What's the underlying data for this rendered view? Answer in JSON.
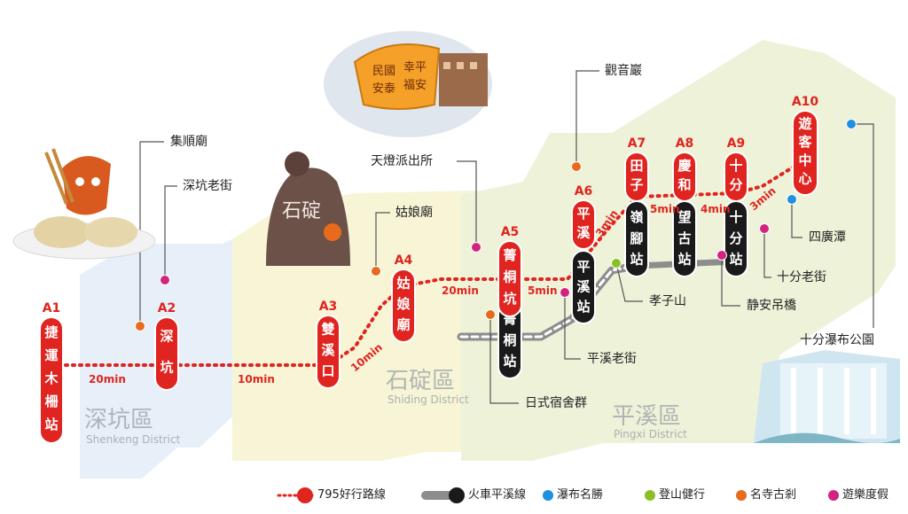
{
  "colors": {
    "route_red": "#e0241f",
    "train_black": "#1a1a1a",
    "shenkeng_fill": "#e7eff8",
    "shiding_fill": "#f7f5d6",
    "pingxi_fill": "#eef2d9",
    "waterfall_dot": "#1f8fe0",
    "hiking_dot": "#8cbf26",
    "temple_dot": "#e86a1c",
    "leisure_dot": "#d2237f"
  },
  "districts": [
    {
      "name": "深坑區",
      "en": "Shenkeng District"
    },
    {
      "name": "石碇區",
      "en": "Shiding District"
    },
    {
      "name": "平溪區",
      "en": "Pingxi District"
    }
  ],
  "stops": [
    {
      "code": "A1",
      "name": "捷運木柵站"
    },
    {
      "code": "A2",
      "name": "深坑"
    },
    {
      "code": "A3",
      "name": "雙溪口"
    },
    {
      "code": "A4",
      "name": "姑娘廟"
    },
    {
      "code": "A5",
      "name": "菁桐坑",
      "train": "菁桐站"
    },
    {
      "code": "A6",
      "name": "平溪",
      "train": "平溪站"
    },
    {
      "code": "A7",
      "name": "田子",
      "train": "嶺腳站"
    },
    {
      "code": "A8",
      "name": "慶和",
      "train": "望古站"
    },
    {
      "code": "A9",
      "name": "十分",
      "train": "十分站"
    },
    {
      "code": "A10",
      "name": "遊客中心"
    }
  ],
  "times": [
    "20min",
    "10min",
    "10min",
    "20min",
    "5min",
    "3min",
    "5min",
    "4min",
    "3min"
  ],
  "pois": [
    {
      "label": "集順廟",
      "type": "temple"
    },
    {
      "label": "深坑老街",
      "type": "leisure"
    },
    {
      "label": "姑娘廟",
      "type": "temple"
    },
    {
      "label": "天燈派出所",
      "type": "leisure"
    },
    {
      "label": "觀音巖",
      "type": "temple"
    },
    {
      "label": "日式宿舍群",
      "type": "temple"
    },
    {
      "label": "平溪老街",
      "type": "leisure"
    },
    {
      "label": "孝子山",
      "type": "hiking"
    },
    {
      "label": "静安吊橋",
      "type": "leisure"
    },
    {
      "label": "十分老街",
      "type": "leisure"
    },
    {
      "label": "四廣潭",
      "type": "waterfall"
    },
    {
      "label": "十分瀑布公園",
      "type": "waterfall"
    }
  ],
  "images": {
    "lantern_texts": [
      "民國",
      "安泰",
      "幸平",
      "福安"
    ],
    "rock_text": "石碇"
  },
  "legend": [
    {
      "label": "795好行路線",
      "kind": "route"
    },
    {
      "label": "火車平溪線",
      "kind": "train"
    },
    {
      "label": "瀑布名勝",
      "kind": "waterfall"
    },
    {
      "label": "登山健行",
      "kind": "hiking"
    },
    {
      "label": "名寺古剎",
      "kind": "temple"
    },
    {
      "label": "遊樂度假",
      "kind": "leisure"
    }
  ]
}
